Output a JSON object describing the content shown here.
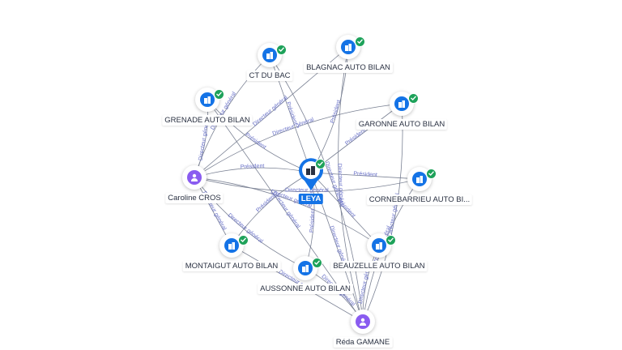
{
  "graph": {
    "center": {
      "name": "LEYA",
      "icon": "building-icon"
    },
    "nodes": [
      {
        "id": "ctdubac",
        "name": "CT DU BAC",
        "type": "company",
        "icon": "building-icon",
        "verified": true
      },
      {
        "id": "blagnac",
        "name": "BLAGNAC AUTO BILAN",
        "type": "company",
        "icon": "building-icon",
        "verified": true
      },
      {
        "id": "grenade",
        "name": "GRENADE AUTO BILAN",
        "type": "company",
        "icon": "building-icon",
        "verified": true
      },
      {
        "id": "garonne",
        "name": "GARONNE AUTO BILAN",
        "type": "company",
        "icon": "building-icon",
        "verified": true
      },
      {
        "id": "caroline",
        "name": "Caroline CROS",
        "type": "person",
        "icon": "person-icon",
        "verified": false
      },
      {
        "id": "cornebarrieu",
        "name": "CORNEBARRIEU AUTO BI...",
        "type": "company",
        "icon": "building-icon",
        "verified": true
      },
      {
        "id": "montaigut",
        "name": "MONTAIGUT AUTO BILAN",
        "type": "company",
        "icon": "building-icon",
        "verified": true
      },
      {
        "id": "beauzelle",
        "name": "BEAUZELLE AUTO BILAN",
        "type": "company",
        "icon": "building-icon",
        "verified": true
      },
      {
        "id": "aussonne",
        "name": "AUSSONNE AUTO BILAN",
        "type": "company",
        "icon": "building-icon",
        "verified": true
      },
      {
        "id": "reda",
        "name": "Réda GAMANE",
        "type": "person",
        "icon": "person-icon",
        "verified": false
      }
    ],
    "edges": [
      {
        "from": "caroline",
        "to": "leya",
        "label": "Président"
      },
      {
        "from": "leya",
        "to": "cornebarrieu",
        "label": "Président"
      },
      {
        "from": "caroline",
        "to": "cornebarrieu",
        "label": "Directeur général"
      },
      {
        "from": "caroline",
        "to": "ctdubac",
        "label": "Directeur général"
      },
      {
        "from": "caroline",
        "to": "blagnac",
        "label": "Directeur général"
      },
      {
        "from": "caroline",
        "to": "grenade",
        "label": "Directeur général"
      },
      {
        "from": "caroline",
        "to": "garonne",
        "label": "Directeur général"
      },
      {
        "from": "caroline",
        "to": "montaigut",
        "label": "Directeur général"
      },
      {
        "from": "caroline",
        "to": "aussonne",
        "label": "Directeur général"
      },
      {
        "from": "caroline",
        "to": "beauzelle",
        "label": "Directeur général"
      },
      {
        "from": "leya",
        "to": "ctdubac",
        "label": "Président"
      },
      {
        "from": "leya",
        "to": "blagnac",
        "label": "Président"
      },
      {
        "from": "leya",
        "to": "grenade",
        "label": "Président"
      },
      {
        "from": "leya",
        "to": "garonne",
        "label": "Président"
      },
      {
        "from": "leya",
        "to": "montaigut",
        "label": "Président"
      },
      {
        "from": "leya",
        "to": "aussonne",
        "label": "Président"
      },
      {
        "from": "leya",
        "to": "beauzelle",
        "label": "Président"
      },
      {
        "from": "reda",
        "to": "ctdubac",
        "label": "Directeur général"
      },
      {
        "from": "reda",
        "to": "blagnac",
        "label": "Directeur général"
      },
      {
        "from": "reda",
        "to": "grenade",
        "label": "Directeur général"
      },
      {
        "from": "reda",
        "to": "garonne",
        "label": "Directeur général"
      },
      {
        "from": "reda",
        "to": "cornebarrieu",
        "label": "Directeur général"
      },
      {
        "from": "reda",
        "to": "montaigut",
        "label": "Directeur général"
      },
      {
        "from": "reda",
        "to": "aussonne",
        "label": "Directeur général"
      },
      {
        "from": "reda",
        "to": "beauzelle",
        "label": "Directeur général"
      },
      {
        "from": "reda",
        "to": "leya",
        "label": "Directeur général"
      }
    ]
  },
  "colors": {
    "company": "#1473e6",
    "person": "#8a5cf0",
    "verified": "#1ea25a",
    "edge": "#7b8294",
    "edge_label": "#6a72c8"
  }
}
